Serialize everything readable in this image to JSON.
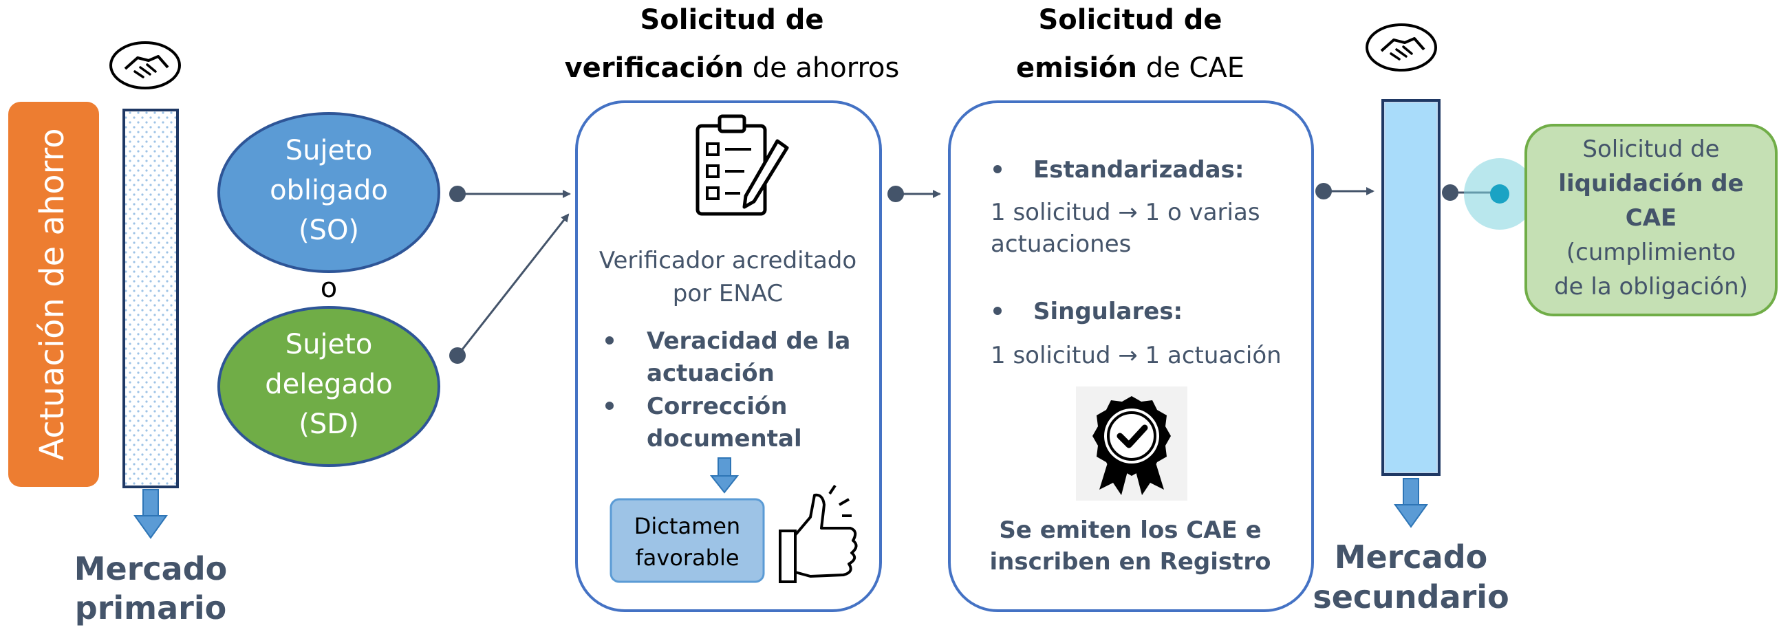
{
  "left_bar": {
    "label": "Actuación de ahorro",
    "color": "#ED7D31"
  },
  "market_primary": {
    "line1": "Mercado",
    "line2": "primario"
  },
  "market_secondary": {
    "line1": "Mercado",
    "line2": "secundario"
  },
  "subject_obligated": {
    "line1": "Sujeto",
    "line2": "obligado",
    "line3": "(SO)",
    "color": "#5B9BD5"
  },
  "or_label": "o",
  "subject_delegated": {
    "line1": "Sujeto",
    "line2": "delegado",
    "line3": "(SD)",
    "color": "#70AD47"
  },
  "verification": {
    "title_bold_1": "Solicitud de",
    "title_bold_2": "verificación",
    "title_rest_2": " de ahorros",
    "verifier_line1": "Verificador acreditado",
    "verifier_line2": "por ENAC",
    "bullet1_line1": "Veracidad de la",
    "bullet1_line2": "actuación",
    "bullet2_line1": "Corrección",
    "bullet2_line2": "documental",
    "verdict_line1": "Dictamen",
    "verdict_line2": "favorable",
    "icons": [
      "clipboard-checklist-icon",
      "thumbs-up-icon"
    ]
  },
  "issuance": {
    "title_bold_1": "Solicitud de",
    "title_bold_2": "emisión",
    "title_rest_2": " de CAE",
    "std_label": "Estandarizadas:",
    "std_line1": "1 solicitud → 1 o varias",
    "std_line2": "actuaciones",
    "sing_label": "Singulares:",
    "sing_line1": "1 solicitud → 1 actuación",
    "result_line1": "Se emiten los CAE e",
    "result_line2": "inscriben en Registro",
    "icons": [
      "certificate-badge-icon"
    ]
  },
  "settlement": {
    "line1": "Solicitud de",
    "line2": "liquidación de",
    "line3": "CAE",
    "line4": "(cumplimiento",
    "line5": "de la obligación)",
    "color": "#C5E0B4"
  },
  "icons": [
    "handshake-icon"
  ]
}
